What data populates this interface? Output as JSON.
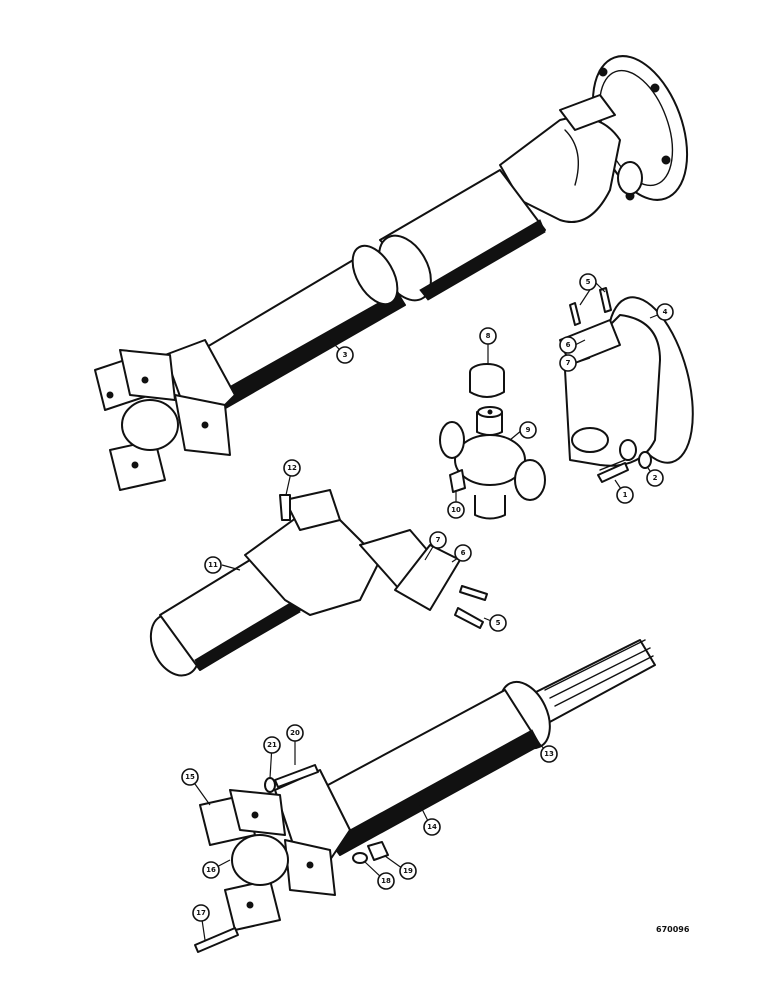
{
  "callouts": {
    "c1": "1",
    "c2": "2",
    "c3": "3",
    "c4": "4",
    "c5a": "5",
    "c5b": "5",
    "c6a": "6",
    "c6b": "6",
    "c7a": "7",
    "c7b": "7",
    "c8": "8",
    "c9": "9",
    "c10": "10",
    "c11": "11",
    "c12": "12",
    "c13": "13",
    "c14": "14",
    "c15": "15",
    "c16": "16",
    "c17": "17",
    "c18": "18",
    "c19": "19",
    "c20": "20",
    "c21": "21"
  },
  "catalog_number": "670096"
}
